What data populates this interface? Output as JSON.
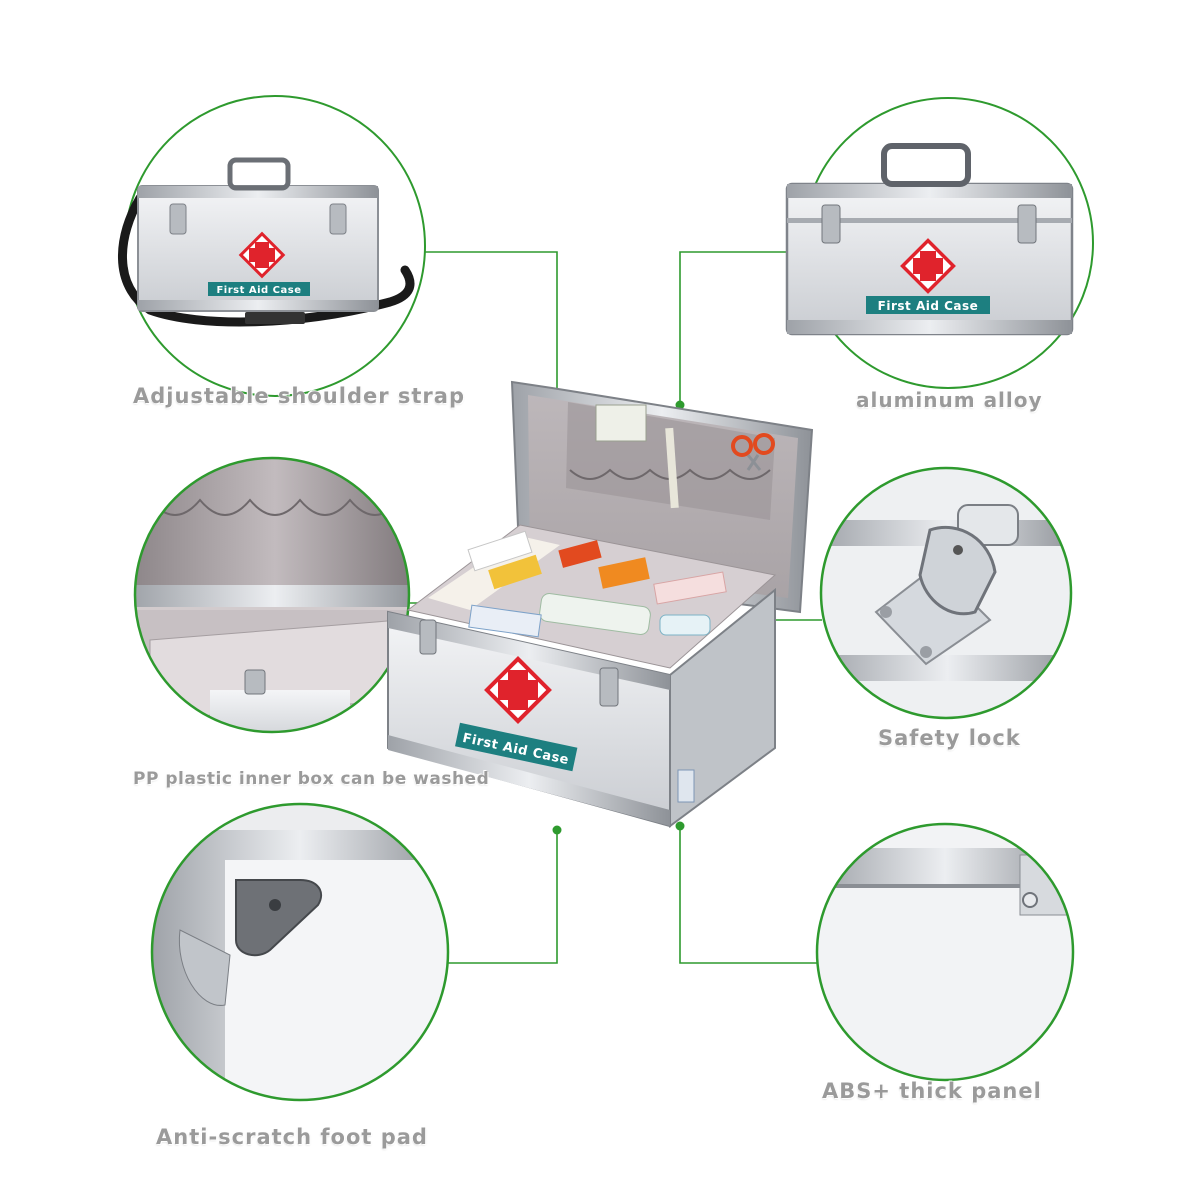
{
  "product_label": "First Aid Case",
  "callouts": {
    "shoulder_strap": "Adjustable shoulder strap",
    "aluminum": "aluminum alloy",
    "inner_box": "PP plastic inner box can be washed",
    "safety_lock": "Safety lock",
    "foot_pad": "Anti-scratch foot pad",
    "thick_panel": "ABS+ thick panel"
  },
  "colors": {
    "connector_green": "#2e9a2e",
    "circle_border": "#2e9a2e",
    "label_teal": "#1d7f80",
    "cross_red": "#e0232c",
    "aluminum": "#d7dade",
    "caption_grey": "#9a9a9a"
  }
}
